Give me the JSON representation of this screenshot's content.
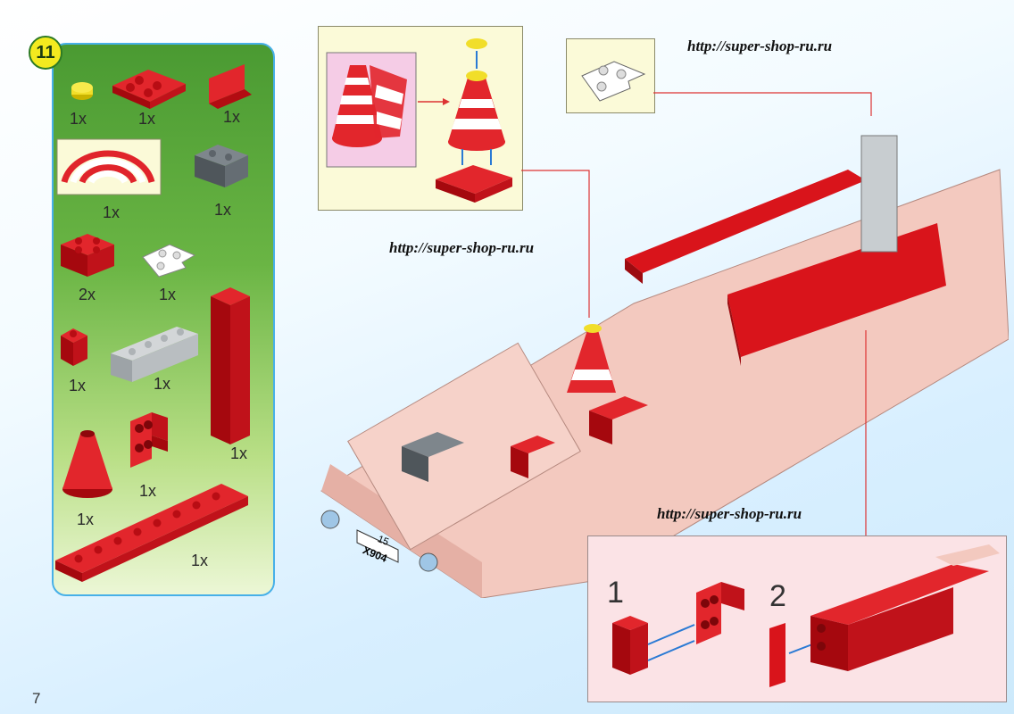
{
  "step": {
    "number": "11"
  },
  "parts": [
    {
      "name": "yellow-round-plate",
      "qty": "1x"
    },
    {
      "name": "red-plate-2x2",
      "qty": "1x"
    },
    {
      "name": "red-angle-plate",
      "qty": "1x"
    },
    {
      "name": "red-white-stripe-sticker",
      "qty": "1x"
    },
    {
      "name": "dark-gray-brick-1x2",
      "qty": "1x"
    },
    {
      "name": "red-brick-2x2",
      "qty": "2x"
    },
    {
      "name": "white-corner-plate",
      "qty": "1x"
    },
    {
      "name": "red-brick-1x1",
      "qty": "1x"
    },
    {
      "name": "light-gray-brick-1x4",
      "qty": "1x"
    },
    {
      "name": "red-brick-1x2x5",
      "qty": "1x"
    },
    {
      "name": "red-cone",
      "qty": "1x"
    },
    {
      "name": "red-bracket",
      "qty": "1x"
    },
    {
      "name": "red-plate-2x8",
      "qty": "1x"
    }
  ],
  "watermarks": {
    "top": "http://super-shop-ru.ru",
    "middle": "http://super-shop-ru.ru",
    "bottom": "http://super-shop-ru.ru"
  },
  "license_plate": {
    "line1": "15",
    "line2": "X904"
  },
  "subassembly": {
    "step1": "1",
    "step2": "2"
  },
  "page_number": "7",
  "colors": {
    "brick_red": "#d9141b",
    "panel_green": "#5aa83a",
    "border_blue": "#47b0e8",
    "cream": "#fbfad8"
  }
}
